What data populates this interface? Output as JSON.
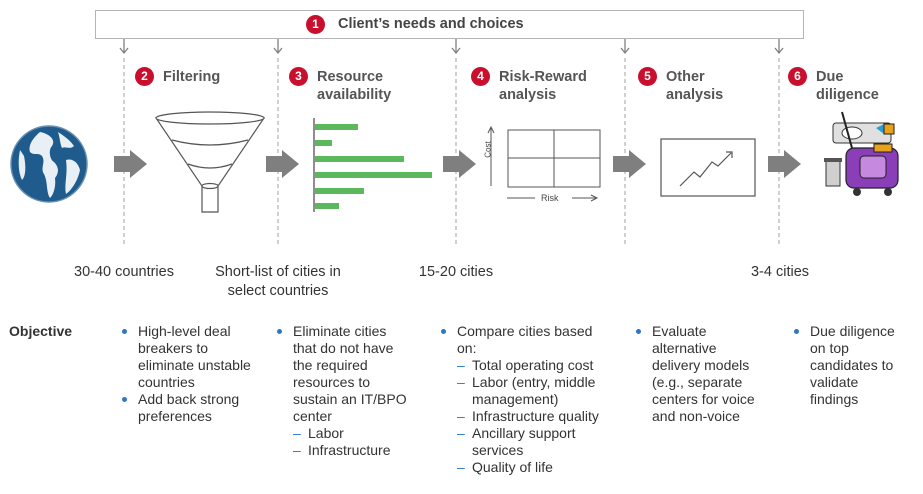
{
  "header": {
    "number": "1",
    "title": "Client’s needs and choices"
  },
  "stages": [
    {
      "number": "2",
      "title_lines": [
        "Filtering"
      ]
    },
    {
      "number": "3",
      "title_lines": [
        "Resource",
        "availability"
      ]
    },
    {
      "number": "4",
      "title_lines": [
        "Risk-Reward",
        "analysis"
      ]
    },
    {
      "number": "5",
      "title_lines": [
        "Other",
        "analysis"
      ]
    },
    {
      "number": "6",
      "title_lines": [
        "Due",
        "diligence"
      ]
    }
  ],
  "risk_chart": {
    "y_label": "Cost",
    "x_label": "Risk"
  },
  "captions": {
    "c1": "30-40 countries",
    "c2_line1": "Short-list of cities in",
    "c2_line2": "select countries",
    "c3": "15-20 cities",
    "c4": "3-4 cities"
  },
  "objective": {
    "label": "Objective",
    "col1": [
      [
        "High-level deal",
        "breakers to",
        "eliminate unstable",
        "countries"
      ],
      [
        "Add back strong",
        "preferences"
      ]
    ],
    "col2": {
      "bullet": [
        "Eliminate cities",
        "that do not have",
        "the required",
        "resources to",
        "sustain an IT/BPO",
        "center"
      ],
      "subs": [
        "Labor",
        "Infrastructure"
      ]
    },
    "col3": {
      "bullet": [
        "Compare cities based",
        "on:"
      ],
      "subs": [
        [
          "Total operating cost"
        ],
        [
          "Labor (entry, middle",
          "management)"
        ],
        [
          "Infrastructure quality"
        ],
        [
          "Ancillary support",
          "services"
        ],
        [
          "Quality of life"
        ]
      ]
    },
    "col4": [
      [
        "Evaluate",
        "alternative",
        "delivery models",
        "(e.g., separate",
        "centers for voice",
        "and non-voice"
      ]
    ],
    "col5": [
      [
        "Due diligence",
        "on top",
        "candidates to",
        "validate",
        "findings"
      ]
    ]
  },
  "colors": {
    "accent_red": "#c8102e",
    "bar_green": "#5cb85c",
    "arrow_gray": "#7f7f7f",
    "bullet_blue": "#2a78c8",
    "globe_blue": "#1f5b8c"
  }
}
